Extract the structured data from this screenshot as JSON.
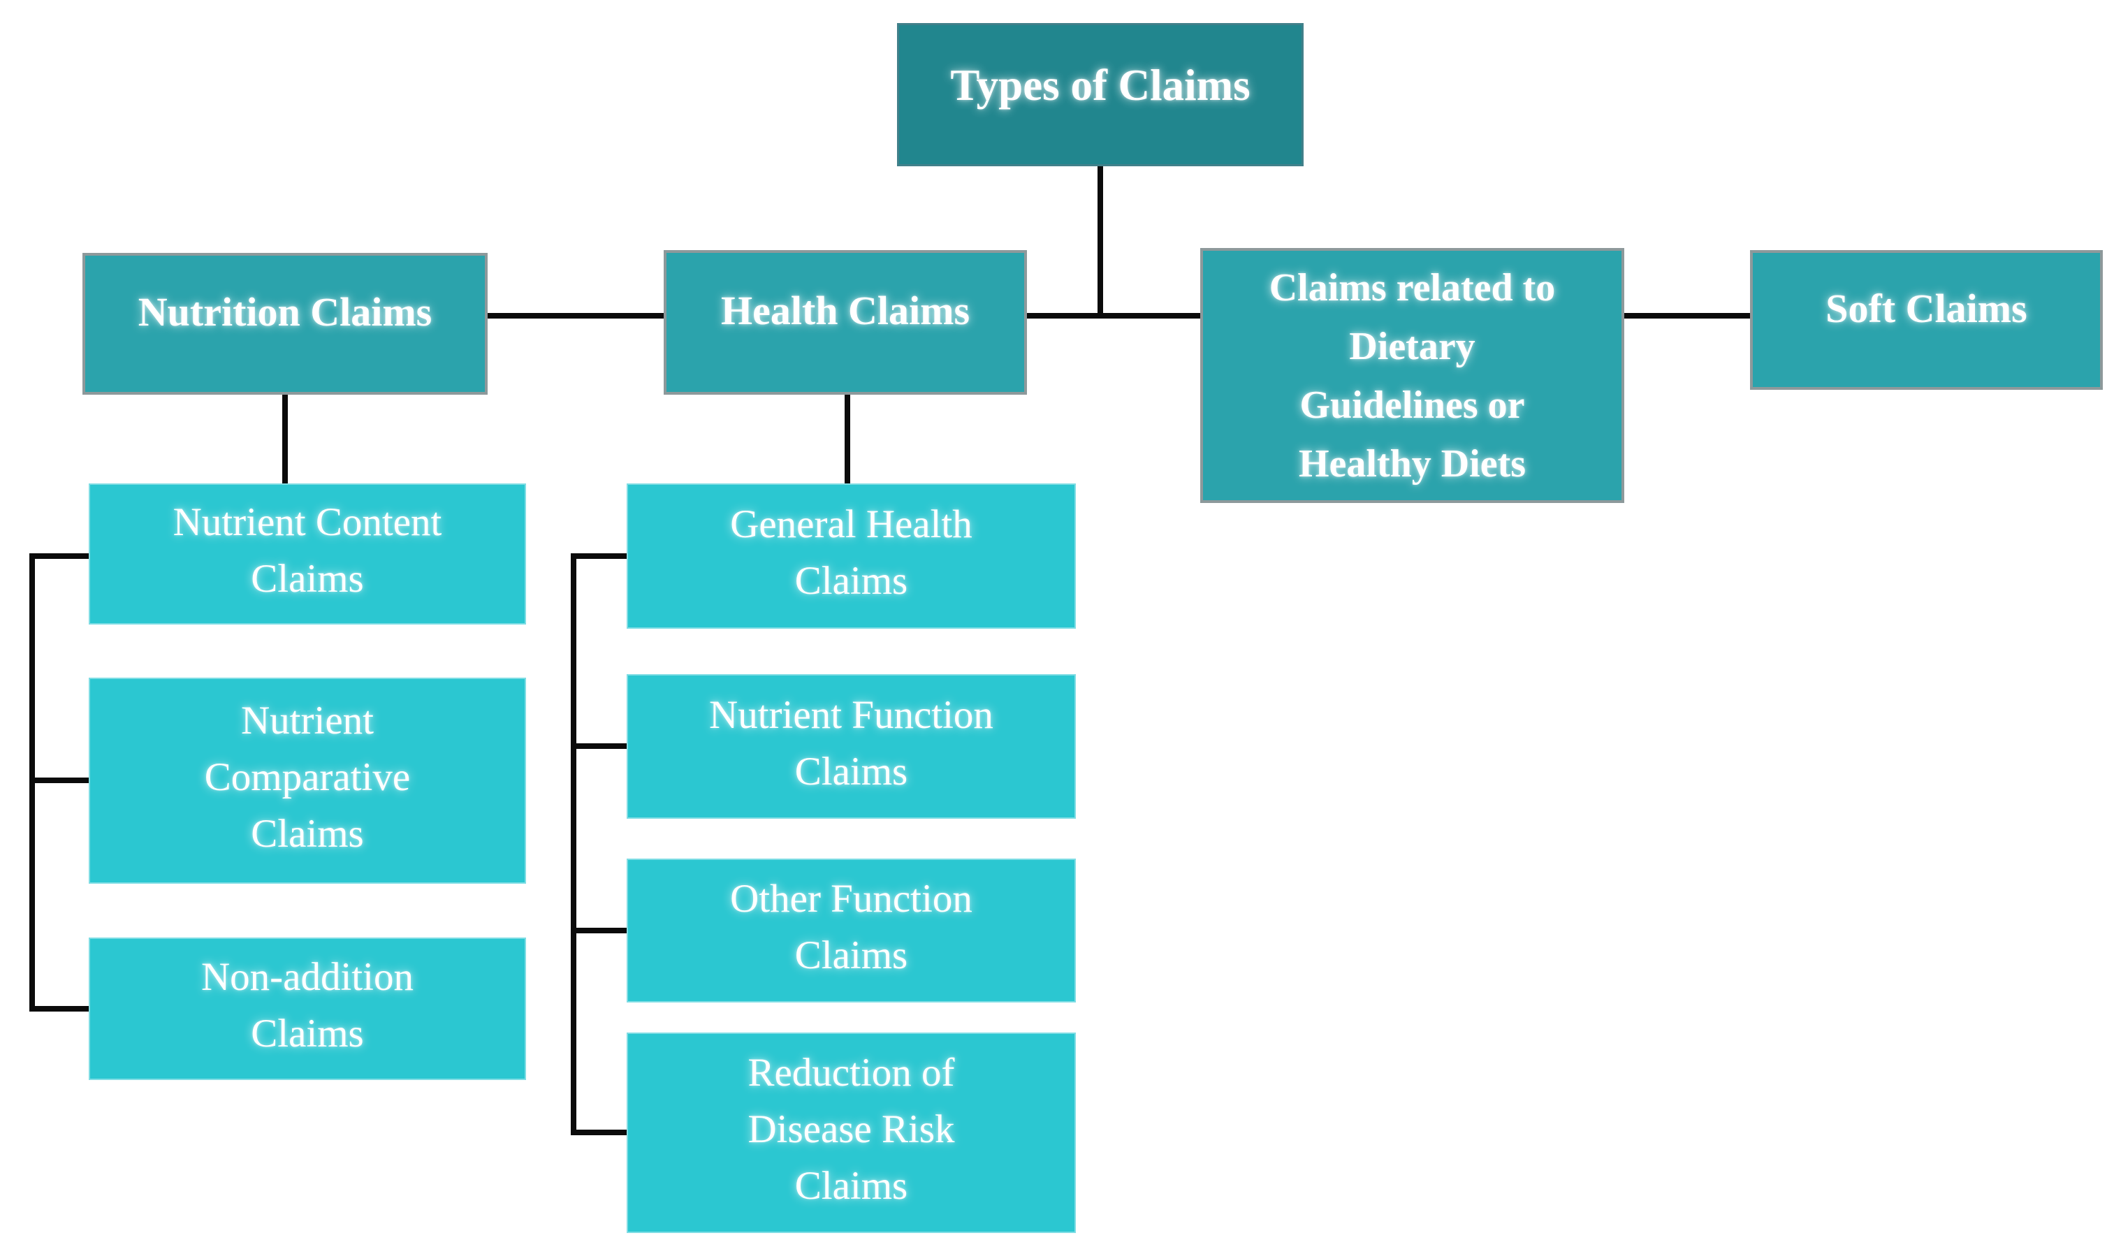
{
  "colors": {
    "level1_bg": "#21868E",
    "level1_border": "#41808A",
    "level2_bg": "#2BA3AC",
    "level2_border": "#8D999B",
    "level3_bg": "#2BC7D1",
    "level3_border": "#7FDDE4",
    "line": "#0B0B0B",
    "text": "#FFFFFF"
  },
  "nodes": {
    "root": {
      "label": "Types of Claims"
    },
    "nutrition": {
      "label": "Nutrition Claims"
    },
    "health": {
      "label": "Health Claims"
    },
    "dietary": {
      "label": "Claims related to\nDietary\nGuidelines or\nHealthy Diets"
    },
    "soft": {
      "label": "Soft Claims"
    },
    "nutrient_content": {
      "label": "Nutrient Content\nClaims"
    },
    "nutrient_comparative": {
      "label": "Nutrient\nComparative\nClaims"
    },
    "non_addition": {
      "label": "Non-addition\nClaims"
    },
    "general_health": {
      "label": "General Health\nClaims"
    },
    "nutrient_function": {
      "label": "Nutrient Function\nClaims"
    },
    "other_function": {
      "label": "Other Function\nClaims"
    },
    "reduction_disease_risk": {
      "label": "Reduction of\nDisease Risk\nClaims"
    }
  }
}
